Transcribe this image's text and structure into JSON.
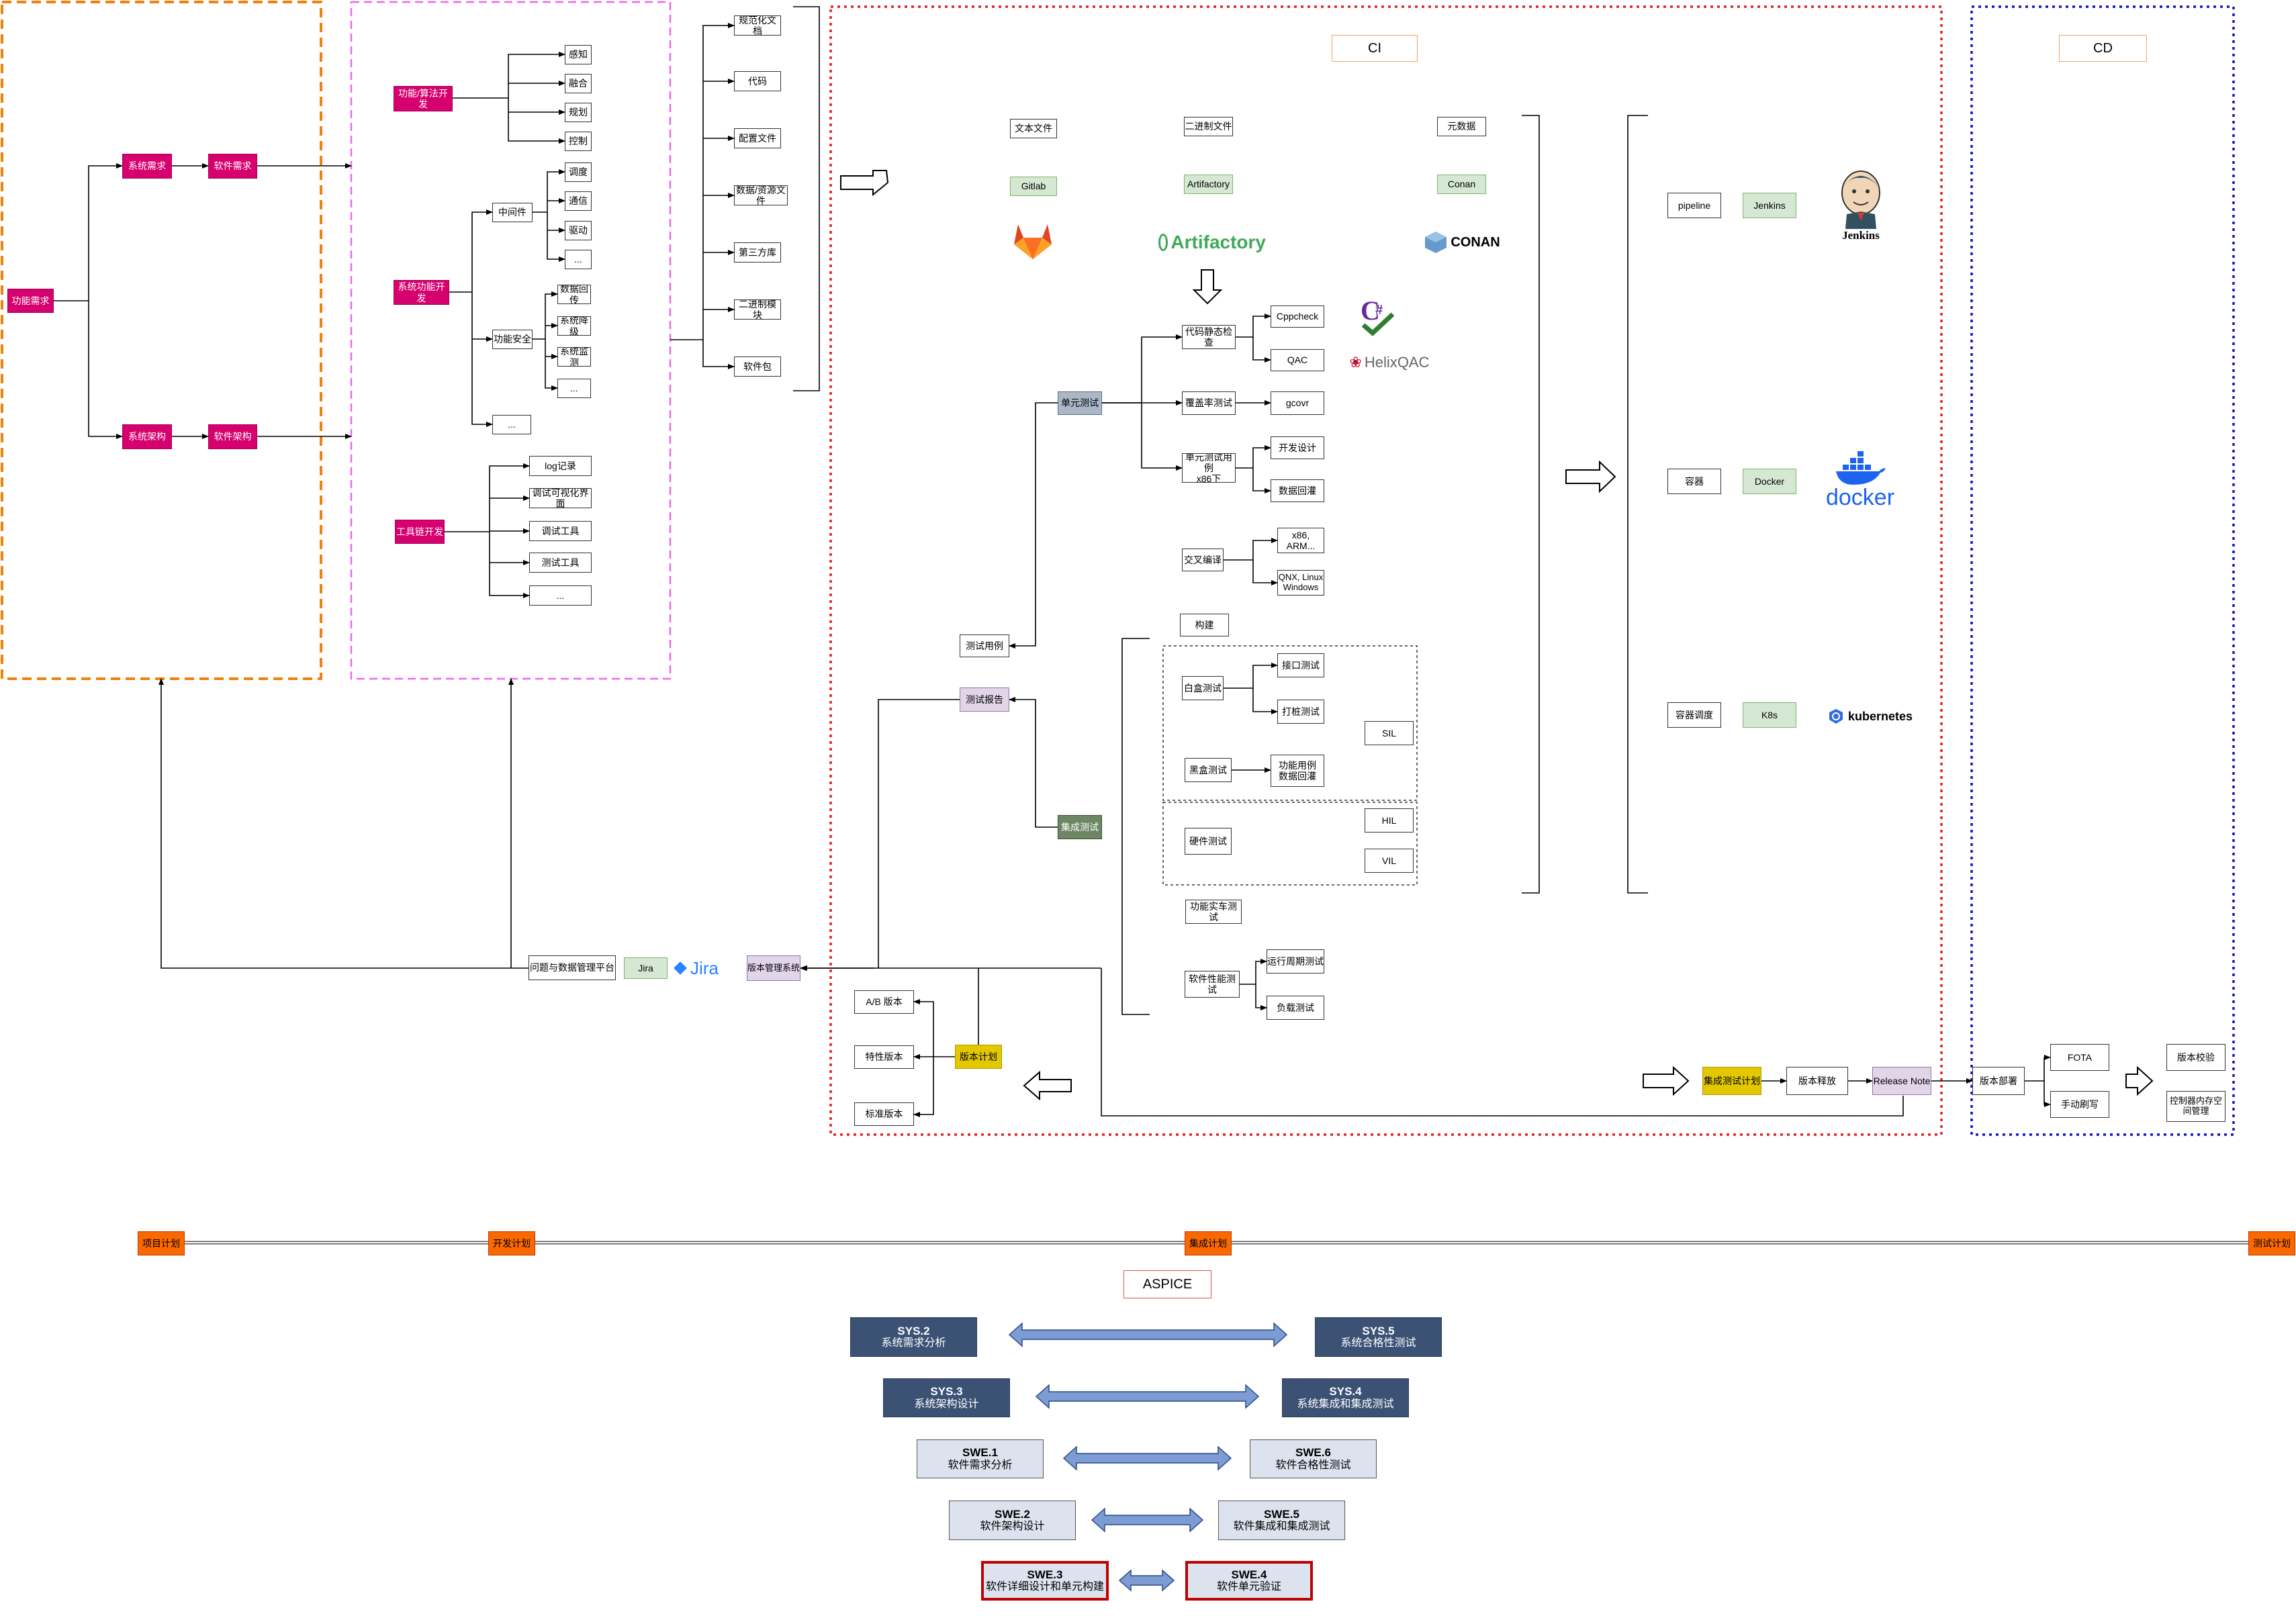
{
  "requirements": {
    "root": "功能需求",
    "sys_req": "系统需求",
    "sw_req": "软件需求",
    "sys_arch": "系统架构",
    "sw_arch": "软件架构"
  },
  "development": {
    "algo": "功能/算法开发",
    "algo_items": [
      "感知",
      "融合",
      "规划",
      "控制"
    ],
    "sysfunc": "系统功能开发",
    "middleware": "中间件",
    "middleware_items": [
      "调度",
      "通信",
      "驱动",
      "..."
    ],
    "safety": "功能安全",
    "safety_items": [
      "数据回传",
      "系统降级",
      "系统监测",
      "..."
    ],
    "more": "...",
    "tools": "工具链开发",
    "tool_items": [
      "log记录",
      "调试可视化界面",
      "调试工具",
      "测试工具",
      "..."
    ]
  },
  "artifacts": [
    "规范化文档",
    "代码",
    "配置文件",
    "数据/资源文件",
    "第三方库",
    "二进制模块",
    "软件包"
  ],
  "ci": {
    "title": "CI",
    "storage_types": [
      "文本文件",
      "二进制文件",
      "元数据"
    ],
    "storage_tools": [
      "Gitlab",
      "Artifactory",
      "Conan"
    ],
    "artifactory_logo": "Artifactory",
    "conan_logo": "CONAN",
    "helix_logo": "HelixQAC",
    "unit_test": "单元测试",
    "static_check": "代码静态检查",
    "cppcheck": "Cppcheck",
    "qac": "QAC",
    "coverage": "覆盖率测试",
    "gcovr": "gcovr",
    "unit_case": "单元测试用例\nx86下",
    "dev_design": "开发设计",
    "data_replay": "数据回灌",
    "cross": "交叉编译",
    "x86": "x86, ARM...",
    "qnx": "QNX, Linux\nWindows",
    "build": "构建",
    "test_case": "测试用例",
    "test_report": "测试报告",
    "integration_test": "集成测试",
    "whitebox": "白盒测试",
    "interface_test": "接口测试",
    "stub_test": "打桩测试",
    "sil": "SIL",
    "blackbox": "黑盒测试",
    "func_replay": "功能用例\n数据回灌",
    "hil": "HIL",
    "vil": "VIL",
    "hw_test": "硬件测试",
    "road_test": "功能实车测试",
    "perf_test": "软件性能测试",
    "long_run": "运行周期测试",
    "load_test": "负载测试"
  },
  "tracking": {
    "platform": "问题与数据管理平台",
    "jira": "Jira",
    "jira_logo": "Jira",
    "version_mgmt": "版本管理系统",
    "ab": "A/B 版本",
    "feature": "特性版本",
    "standard": "标准版本",
    "plan": "版本计划"
  },
  "cd": {
    "title": "CD",
    "pipeline": "pipeline",
    "jenkins": "Jenkins",
    "jenkins_logo": "Jenkins",
    "container": "容器",
    "docker": "Docker",
    "docker_logo": "docker",
    "orchestration": "容器调度",
    "k8s": "K8s",
    "k8s_logo": "kubernetes",
    "integration_plan": "集成测试计划",
    "release": "版本释放",
    "release_note": "Release Note",
    "deploy": "版本部署",
    "fota": "FOTA",
    "manual": "手动刷写",
    "verify": "版本校验",
    "storage_mgmt": "控制器内存空\n间管理"
  },
  "timeline": [
    "项目计划",
    "开发计划",
    "集成计划",
    "测试计划"
  ],
  "aspice": {
    "title": "ASPICE",
    "pairs": [
      {
        "left_code": "SYS.2",
        "left_name": "系统需求分析",
        "right_code": "SYS.5",
        "right_name": "系统合格性测试"
      },
      {
        "left_code": "SYS.3",
        "left_name": "系统架构设计",
        "right_code": "SYS.4",
        "right_name": "系统集成和集成测试"
      },
      {
        "left_code": "SWE.1",
        "left_name": "软件需求分析",
        "right_code": "SWE.6",
        "right_name": "软件合格性测试"
      },
      {
        "left_code": "SWE.2",
        "left_name": "软件架构设计",
        "right_code": "SWE.5",
        "right_name": "软件集成和集成测试"
      },
      {
        "left_code": "SWE.3",
        "left_name": "软件详细设计和单元构建",
        "right_code": "SWE.4",
        "right_name": "软件单元验证"
      }
    ]
  },
  "colors": {
    "pink": "#d6006e",
    "green": "#d5e8d4",
    "yellow": "#e3c800",
    "orange": "#fa6800",
    "navy": "#3b5275"
  }
}
